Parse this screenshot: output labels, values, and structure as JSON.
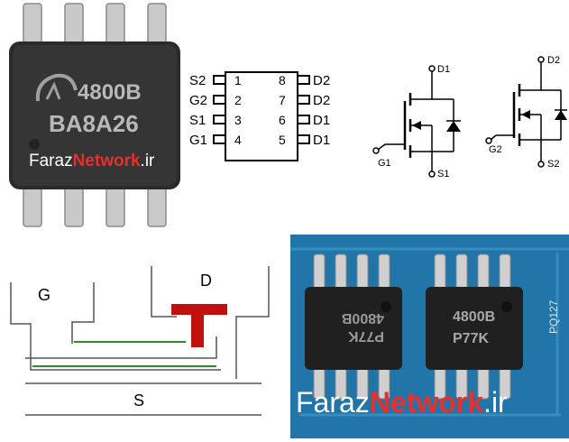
{
  "chip_photo": {
    "marking_line1": "4800B",
    "marking_line2": "BA8A26",
    "watermark_part1": "Faraz",
    "watermark_part2": "Network",
    "watermark_part3": ".ir"
  },
  "pinout": {
    "left_pins": [
      {
        "name": "S2",
        "num": "1"
      },
      {
        "name": "G2",
        "num": "2"
      },
      {
        "name": "S1",
        "num": "3"
      },
      {
        "name": "G1",
        "num": "4"
      }
    ],
    "right_pins": [
      {
        "name": "D2",
        "num": "8"
      },
      {
        "name": "D2",
        "num": "7"
      },
      {
        "name": "D1",
        "num": "6"
      },
      {
        "name": "D1",
        "num": "5"
      }
    ]
  },
  "schematic1": {
    "drain": "D1",
    "gate": "G1",
    "source": "S1"
  },
  "schematic2": {
    "drain": "D2",
    "gate": "G2",
    "source": "S2"
  },
  "cross_section": {
    "gate_label": "G",
    "drain_label": "D",
    "source_label": "S"
  },
  "board_photo": {
    "chip_left_marking1": "P77K",
    "chip_left_marking2": "4800B",
    "chip_right_marking1": "4800B",
    "chip_right_marking2": "P77K",
    "silk_label": "PQ127",
    "watermark_part1": "Faraz",
    "watermark_part2": "Network",
    "watermark_part3": ".ir"
  },
  "colors": {
    "accent_red": "#c01010",
    "channel_green": "#2e8b2e",
    "board_blue": "#1c6fa0"
  }
}
